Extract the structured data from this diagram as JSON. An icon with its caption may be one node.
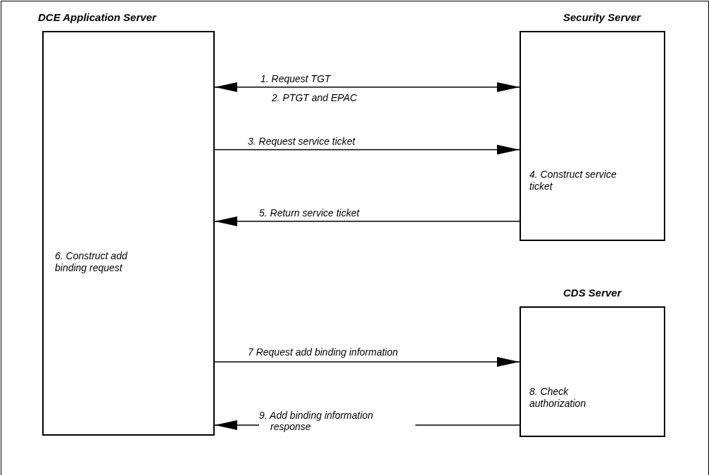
{
  "diagram": {
    "nodes": [
      {
        "text": [
          "DCE Application Server",
          "6. Construct add binding request"
        ]
      },
      {
        "text": [
          "Security Server",
          "4. Construct service ticket"
        ]
      },
      {
        "text": [
          "CDS Server",
          "8. Check authorization"
        ]
      }
    ],
    "edges": [
      {
        "from": 0,
        "to": 1,
        "arrow": "both",
        "label": "1. Request TGT"
      },
      {
        "from": 0,
        "to": 1,
        "arrow": "to",
        "label": "3. Request service ticket"
      },
      {
        "from": 1,
        "to": 0,
        "arrow": "to",
        "label": "5. Return service ticket"
      },
      {
        "from": 0,
        "to": 2,
        "arrow": "to",
        "label": "7 Request add binding information"
      },
      {
        "from": 2,
        "to": 0,
        "arrow": "to",
        "label": "9. Add binding information response"
      }
    ],
    "labels": [
      "2. PTGT and EPAC"
    ]
  }
}
